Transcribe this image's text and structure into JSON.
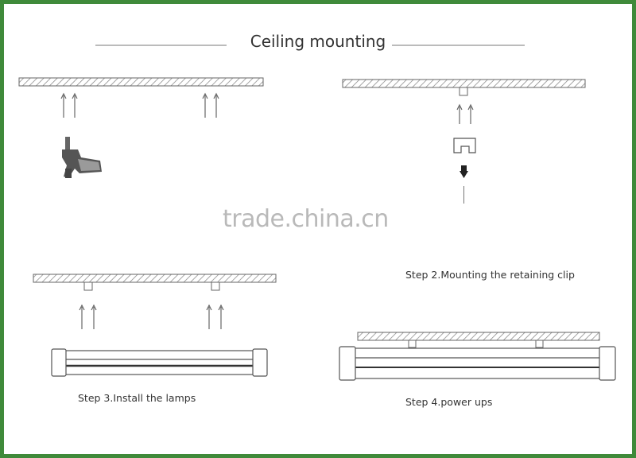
{
  "title": "Ceiling mounting",
  "watermark": "trade.china.cn",
  "steps": [
    {
      "label": ""
    },
    {
      "label": "Step 2.Mounting the retaining clip"
    },
    {
      "label": "Step 3.Install the lamps"
    },
    {
      "label": "Step 4.power ups"
    }
  ],
  "colors": {
    "border": "#3f8a3a",
    "line": "#555555",
    "hatch": "#888888"
  }
}
